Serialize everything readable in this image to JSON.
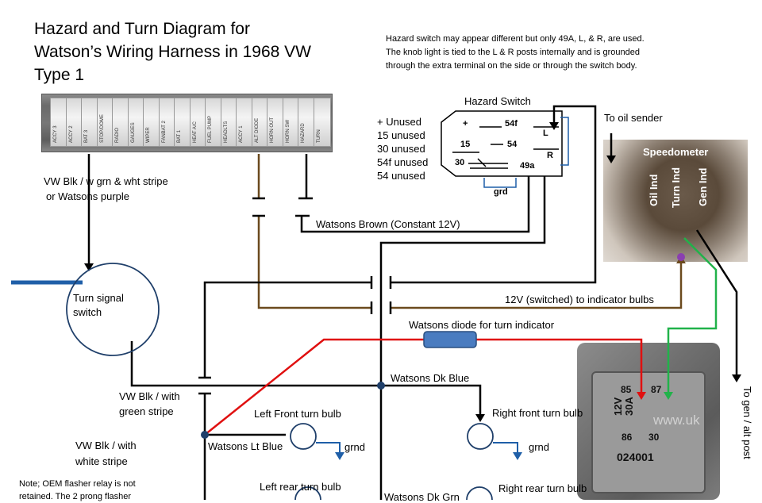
{
  "title": {
    "line1": "Hazard and Turn Diagram for",
    "line2": "Watson’s Wiring Harness in 1968 VW",
    "line3": "Type 1"
  },
  "top_note": {
    "line1": "Hazard switch may appear different but only 49A, L, & R, are used.",
    "line2": "The knob light is tied to the L & R posts internally and is grounded",
    "line3": "through the extra terminal on the side or through the switch body."
  },
  "fuse_block": {
    "slots": [
      "ACCY 3",
      "ACCY 2",
      "BAT 3",
      "STOP/DOME",
      "RADIO",
      "GAUGES",
      "WIPER",
      "FANBAT 2",
      "BAT 1",
      "HEAT A/C",
      "FUEL PUMP",
      "HEADLTS",
      "ACCY 1",
      "ALT DIODE",
      "HORN OUT",
      "HORN SW",
      "HAZARD",
      "TURN"
    ]
  },
  "hazard_switch": {
    "title": "Hazard Switch",
    "terminals": {
      "plus": "+",
      "t54f": "54f",
      "t15": "15",
      "t54": "54",
      "t30": "30",
      "t49a": "49a",
      "L": "L",
      "R": "R",
      "grd": "grd"
    },
    "unused": [
      "+ Unused",
      "15 unused",
      "30 unused",
      "54f unused",
      "54 unused"
    ]
  },
  "labels": {
    "oil_sender": "To oil sender",
    "speedometer": "Speedometer",
    "oil_ind": "Oil Ind",
    "turn_ind": "Turn Ind",
    "gen_ind": "Gen Ind",
    "vw_blk_grn_wht_1": "VW Blk / w grn & wht stripe",
    "vw_blk_grn_wht_2": "or Watsons purple",
    "watsons_brown": "Watsons Brown   (Constant 12V)",
    "turn_switch_1": "Turn signal",
    "turn_switch_2": "switch",
    "switched_12v": "12V (switched) to indicator bulbs",
    "diode": "Watsons diode for turn indicator",
    "dk_blue": "Watsons Dk Blue",
    "vw_blk_green_1": "VW Blk / with",
    "vw_blk_green_2": "green stripe",
    "left_front": "Left Front  turn bulb",
    "right_front": "Right front turn bulb",
    "vw_blk_white_1": "VW Blk / with",
    "vw_blk_white_2": "white stripe",
    "lt_blue": "Watsons Lt Blue",
    "grnd": "grnd",
    "grnd2": "grnd",
    "to_gen": "To gen / alt post",
    "left_rear": "Left rear turn bulb",
    "right_rear": "Right rear turn bulb",
    "dk_grn": "Watsons Dk Grn",
    "bottom_note_1": "Note; OEM flasher relay is not",
    "bottom_note_2": "retained. The 2 prong flasher"
  },
  "relay": {
    "t85": "85",
    "t87": "87",
    "rating1": "12V",
    "rating2": "30A",
    "t86": "86",
    "t30": "30",
    "part_no": "024001",
    "watermark": "www.uk"
  },
  "colors": {
    "wire": "#000000",
    "brown": "#6b4a1e",
    "red": "#e01010",
    "green": "#21b24a",
    "blue": "#1f5fa8",
    "diode_body": "#4a7cc0"
  }
}
